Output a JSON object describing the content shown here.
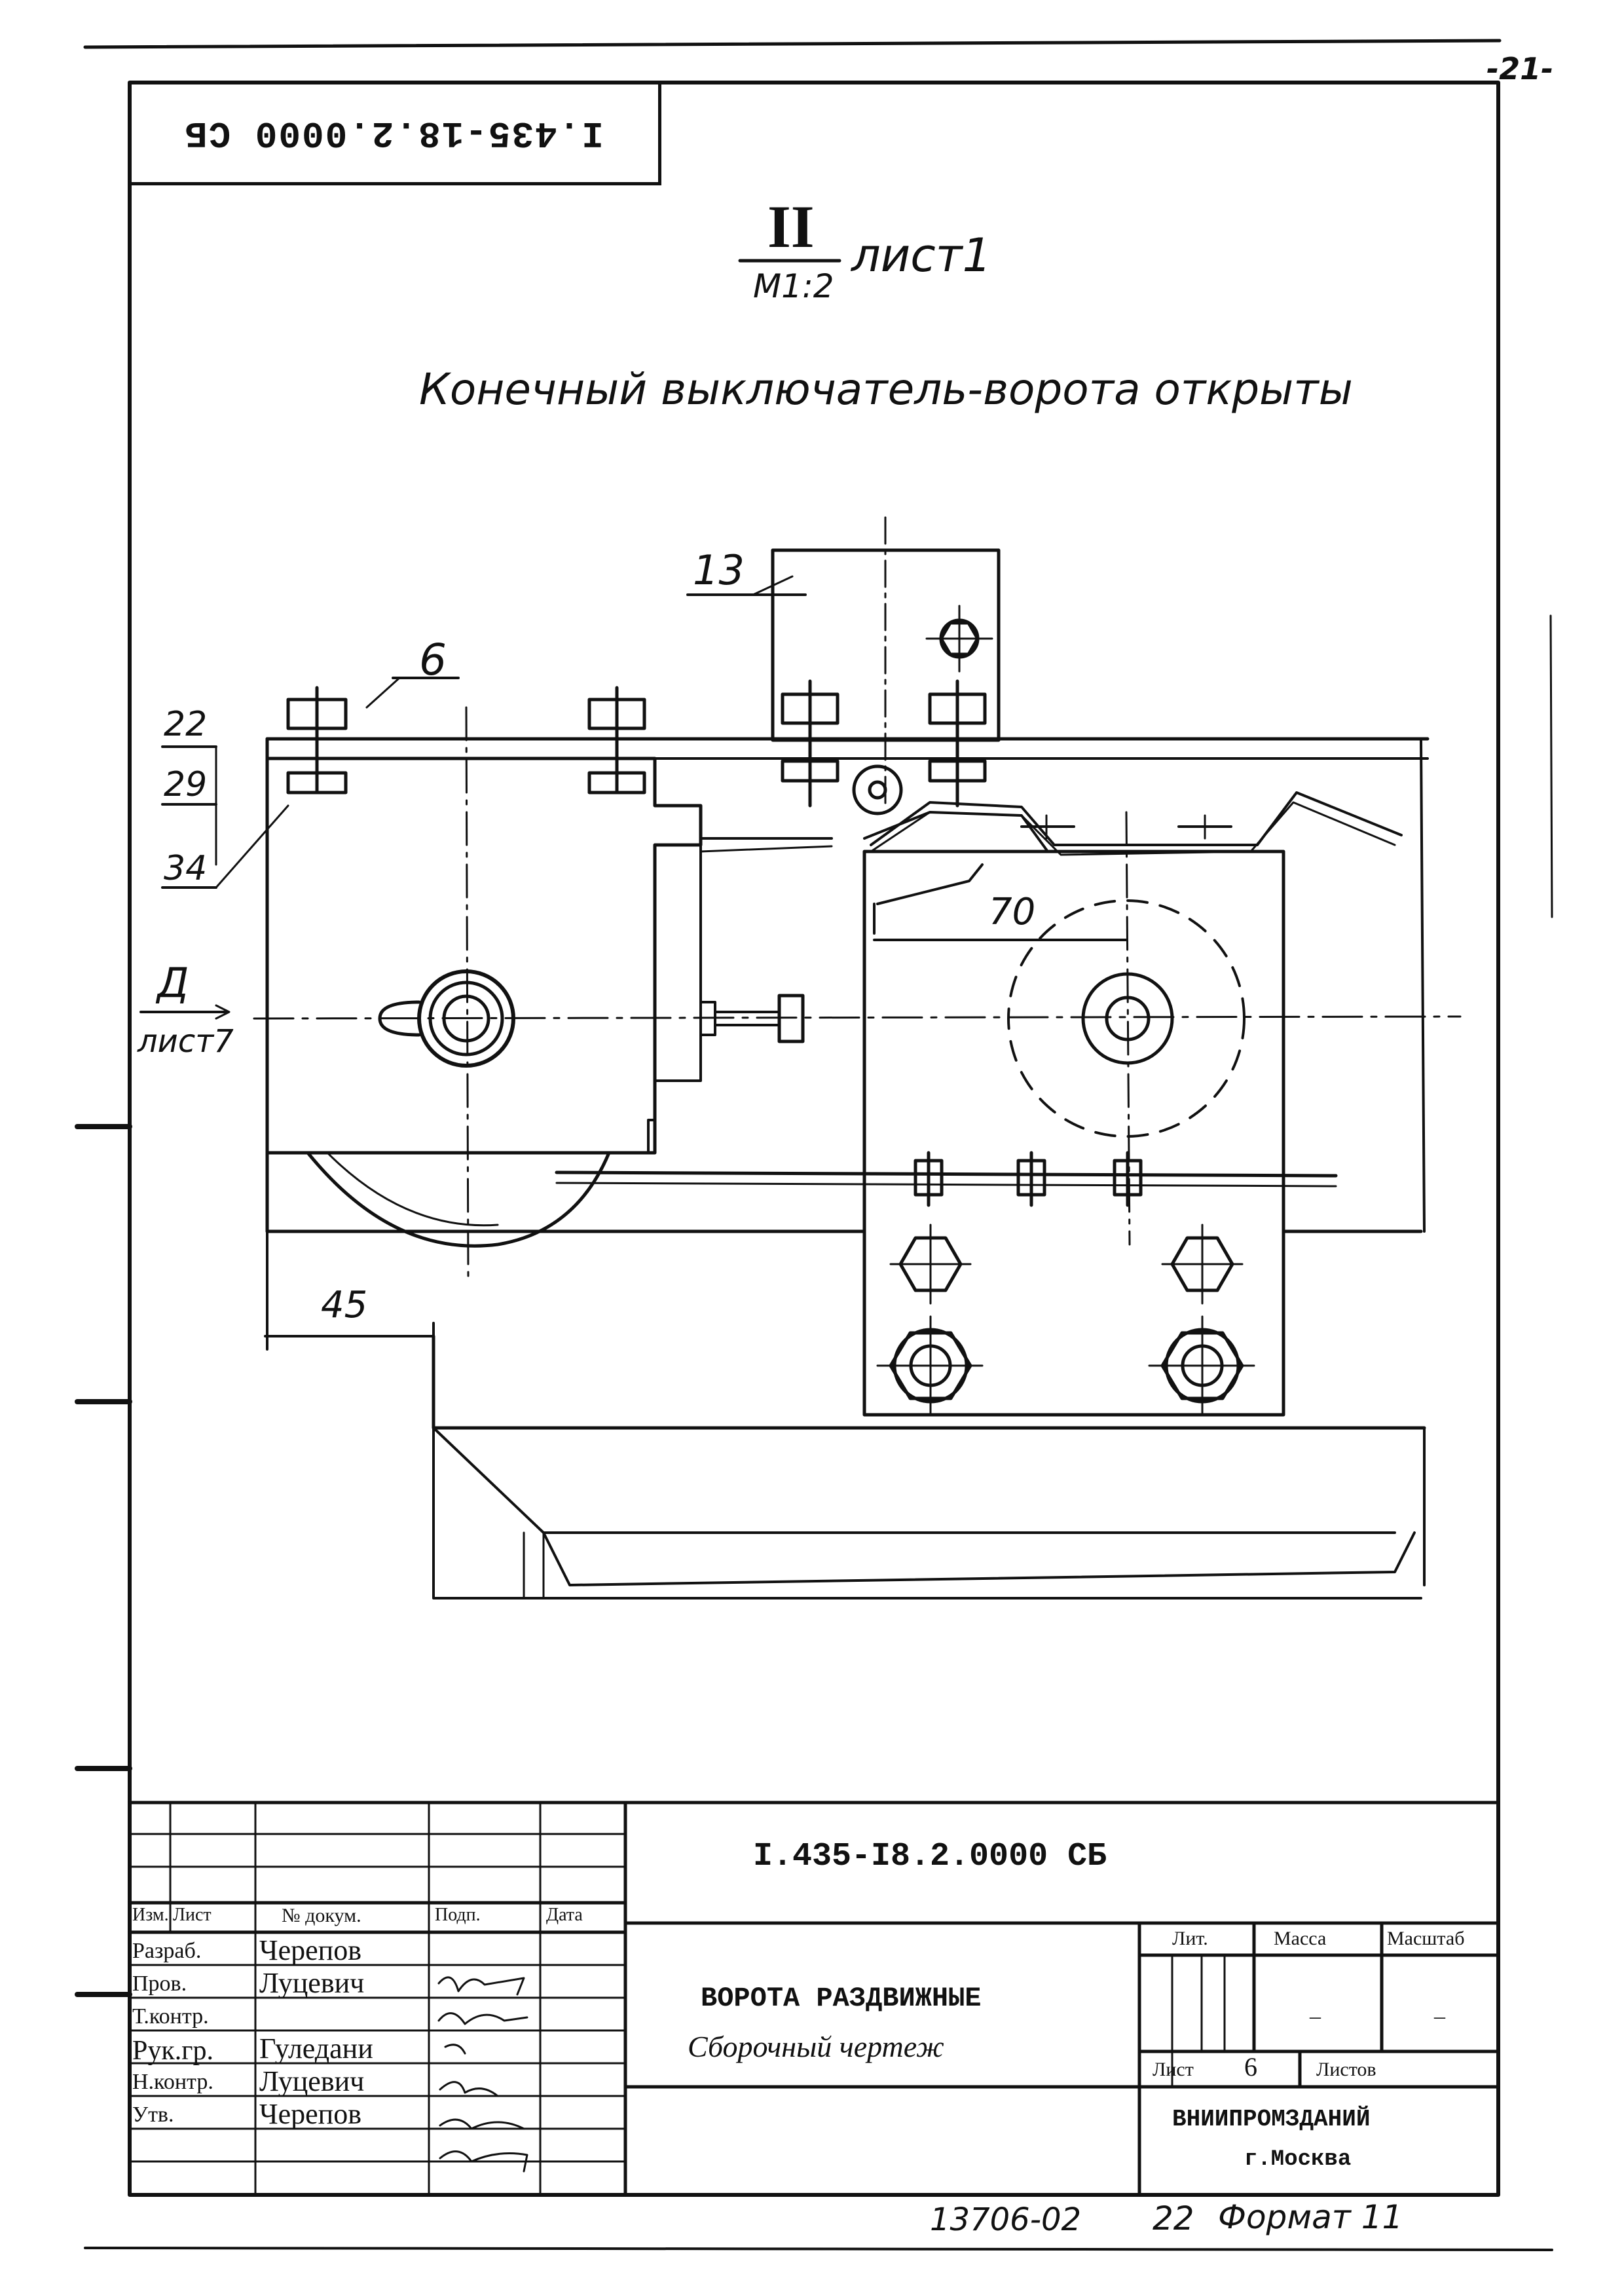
{
  "page_number": "-21-",
  "top_stamp": "I.435-18.2.0000 СБ",
  "view": {
    "numeral": "II",
    "scale": "M1:2",
    "sheet_ref": "лист1",
    "caption": "Конечный выключатель-ворота открыты"
  },
  "callouts": {
    "p13": "13",
    "p6": "6",
    "p22": "22",
    "p29": "29",
    "p34": "34",
    "view_letter": "Д",
    "view_sheet": "лист7"
  },
  "dimensions": {
    "d70": "70",
    "d45": "45"
  },
  "title_block": {
    "designation": "I.435-I8.2.0000 СБ",
    "header": {
      "izm": "Изм.",
      "list": "Лист",
      "doc": "№ докум.",
      "sign": "Подп.",
      "date": "Дата"
    },
    "rows": [
      {
        "role": "Разраб.",
        "name": "Черепов"
      },
      {
        "role": "Пров.",
        "name": "Луцевич"
      },
      {
        "role": "Т.контр.",
        "name": ""
      },
      {
        "role": "Рук.гр.",
        "name": "Гуледани"
      },
      {
        "role": "Н.контр.",
        "name": "Луцевич"
      },
      {
        "role": "Утв.",
        "name": "Черепов"
      }
    ],
    "product_name": "ВОРОТА РАЗДВИЖНЫЕ",
    "doc_type": "Сборочный чертеж",
    "lit_label": "Лит.",
    "mass_label": "Масса",
    "scale_label": "Масштаб",
    "mass_value": "–",
    "scale_value": "–",
    "sheet_label": "Лист",
    "sheet_value": "6",
    "sheets_label": "Листов",
    "org": "ВНИИПРОМЗДАНИЙ",
    "city": "г.Москва"
  },
  "footer": {
    "archive_no": "13706-02",
    "sheet_no": "22",
    "format": "Формат 11"
  }
}
